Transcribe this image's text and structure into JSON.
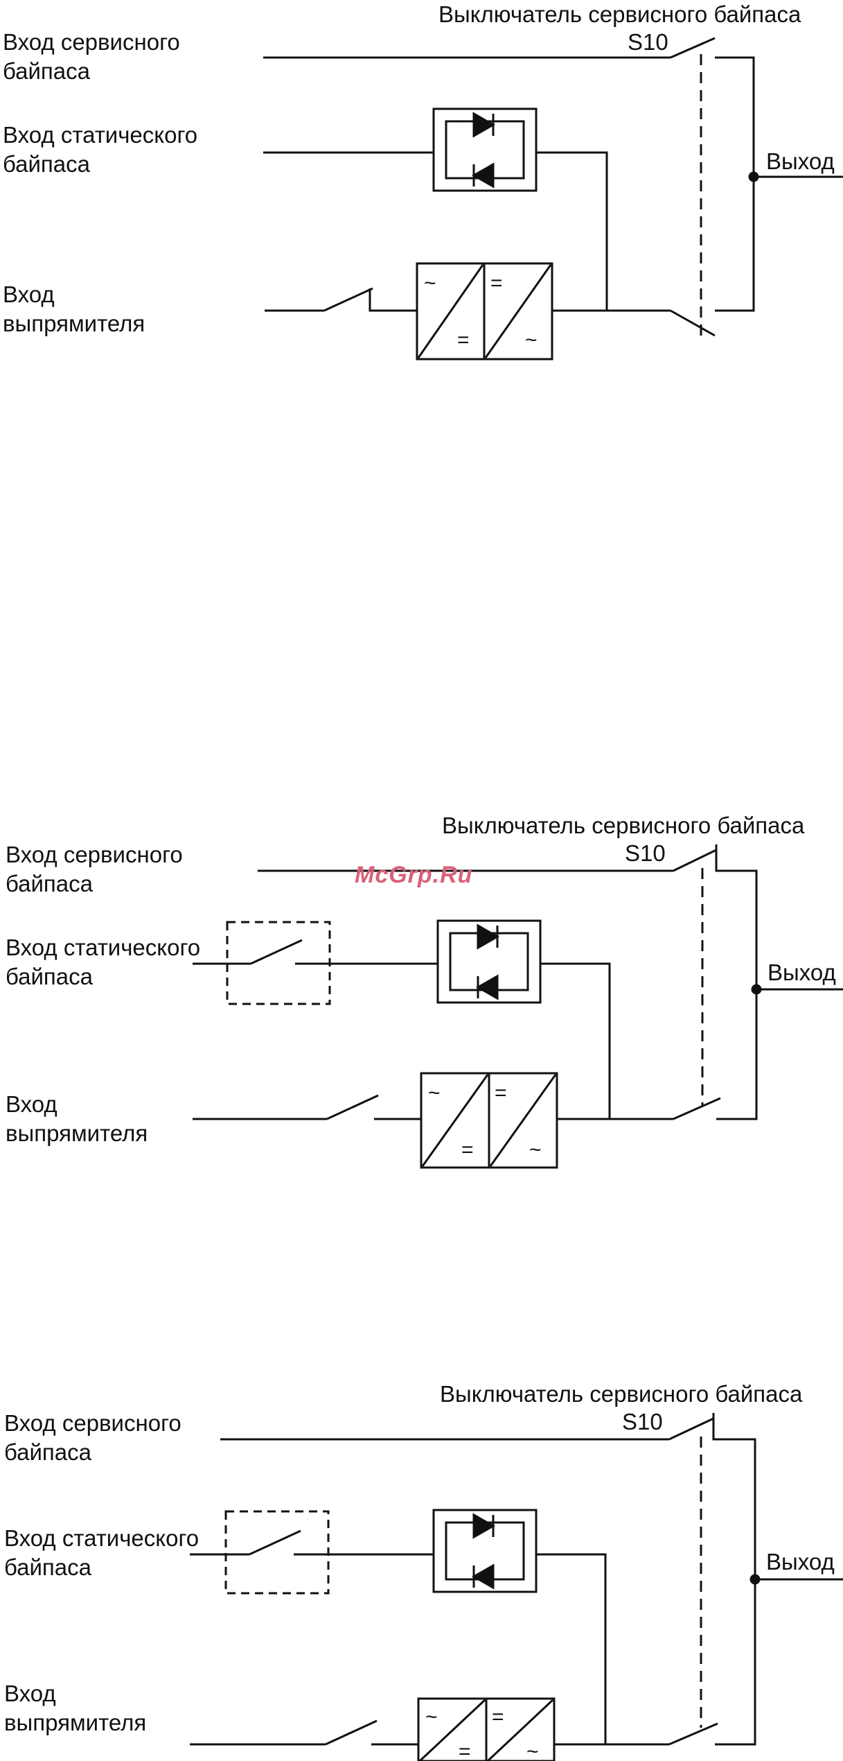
{
  "diagrams": [
    {
      "title": "Выключатель сервисного байпаса",
      "switch_id": "S10",
      "service_bypass_input": "Вход сервисного\nбайпаса",
      "static_bypass_input": "Вход статического\nбайпаса",
      "rectifier_input": "Вход\nвыпрямителя",
      "output": "Выход"
    },
    {
      "title": "Выключатель сервисного байпаса",
      "switch_id": "S10",
      "service_bypass_input": "Вход сервисного\nбайпаса",
      "static_bypass_input": "Вход статического\nбайпаса",
      "rectifier_input": "Вход\nвыпрямителя",
      "output": "Выход"
    },
    {
      "title": "Выключатель сервисного байпаса",
      "switch_id": "S10",
      "service_bypass_input": "Вход сервисного\nбайпаса",
      "static_bypass_input": "Вход статического\nбайпаса",
      "rectifier_input": "Вход\nвыпрямителя",
      "output": "Выход"
    }
  ],
  "watermark": "McGrp.Ru",
  "symbols": {
    "ac": "~",
    "dc": "="
  }
}
